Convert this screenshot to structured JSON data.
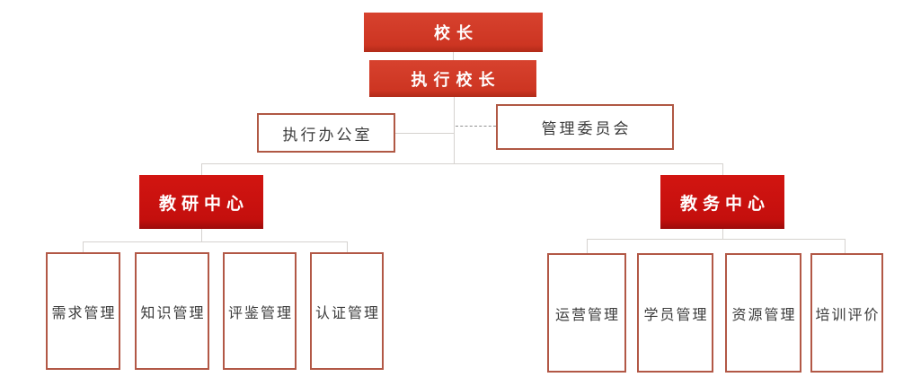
{
  "diagram": {
    "type": "org-chart",
    "nodes": {
      "principal": {
        "label": "校长"
      },
      "executive_principal": {
        "label": "执行校长"
      },
      "executive_office": {
        "label": "执行办公室"
      },
      "management_committee": {
        "label": "管理委员会"
      },
      "research_center": {
        "label": "教研中心"
      },
      "academic_center": {
        "label": "教务中心"
      }
    },
    "research_children": [
      "需求管理",
      "知识管理",
      "评鉴管理",
      "认证管理"
    ],
    "academic_children": [
      "运营管理",
      "学员管理",
      "资源管理",
      "培训评价"
    ],
    "edges": {
      "office_link_style": "solid",
      "committee_link_style": "dashed"
    },
    "colors": {
      "red_fill_top": "#CE3A27",
      "red_fill_center": "#C8100E",
      "outline_border": "#B05844",
      "connector_gray": "#D5D2CF",
      "dashed_gray": "#8F8F8F",
      "text_dark": "#3B3B3B",
      "text_white": "#FFFFFF",
      "background": "#FFFFFF"
    }
  }
}
